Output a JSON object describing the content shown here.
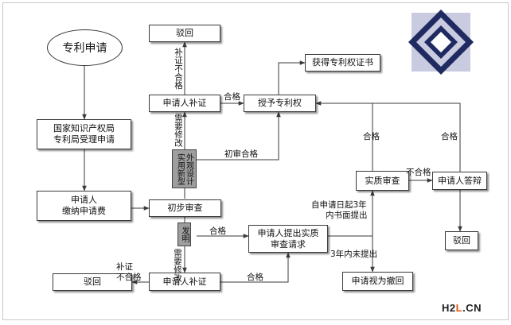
{
  "nodes": {
    "start": "专利申请",
    "office": "国家知识产权局\n专利局受理申请",
    "fee": "申请人\n缴纳申请费",
    "prelim": "初步审查",
    "supp_top": "申请人补证",
    "reject_top": "驳回",
    "grant": "授予专利权",
    "certificate": "获得专利权证书",
    "request_exam": "申请人提出实质\n审查请求",
    "supp_bottom": "申请人补证",
    "reject_left": "驳回",
    "substantive": "实质审查",
    "reply": "申请人答辩",
    "reject_right": "驳回",
    "withdrawn": "申请视为撤回"
  },
  "tags": {
    "utility_design": "实用新型",
    "utility_design_line2": "外观设计",
    "invention": "发明"
  },
  "labels": {
    "not_qualified_supp": "补证不合格",
    "pass_1": "合格",
    "needs_fix_top": "需要修改",
    "prelim_pass": "初审合格",
    "pass_2": "合格",
    "needs_fix_bottom": "需要修改",
    "left_supp": "补证",
    "left_fail": "不合格",
    "pass_3": "合格",
    "pass_4": "合格",
    "not_qualified": "不合格",
    "pass_5": "合格",
    "within_3y_line1": "自申请日起3年",
    "within_3y_line2": "内书面提出",
    "not_in_3y": "3年内未提出"
  },
  "watermark": {
    "part1": "H2",
    "part2": "L",
    "part3": ".CN"
  },
  "colors": {
    "line": "#3a3a3a",
    "tag_fill": "#9e9e9e",
    "logo_dark": "#1f2a60",
    "logo_light": "#c9cbe0",
    "wm_accent": "#e65a10"
  },
  "logo_icon": "diamond-logo-icon"
}
